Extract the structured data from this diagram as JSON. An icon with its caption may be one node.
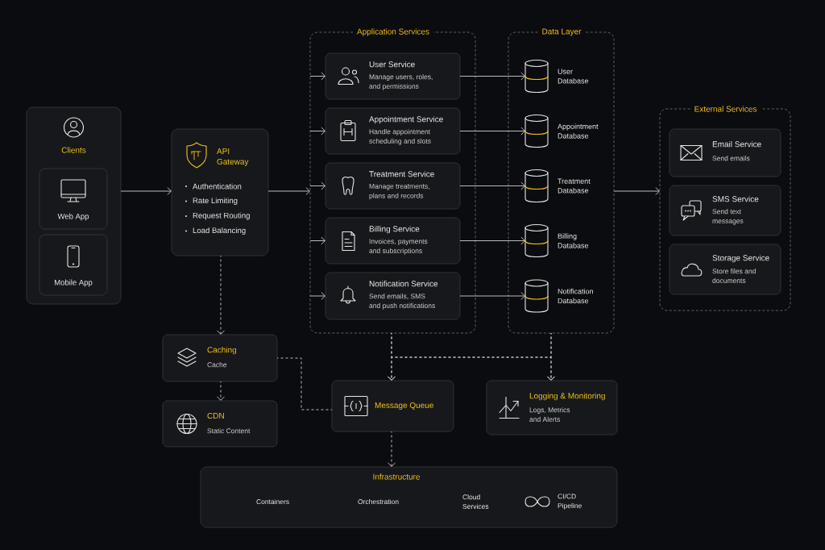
{
  "diagram": {
    "nodes": [
      {
        "text": [
          "Clients"
        ]
      },
      {
        "text": [
          "Web App"
        ],
        "in": 0
      },
      {
        "text": [
          "Mobile App"
        ],
        "in": 0
      },
      {
        "text": [
          "API Gateway",
          "Authentication",
          "Rate Limiting",
          "Request Routing",
          "Load Balancing"
        ]
      },
      {
        "text": [
          "Application Services"
        ]
      },
      {
        "text": [
          "User Service",
          "Manage users, roles, and permissions"
        ],
        "in": 4
      },
      {
        "text": [
          "Appointment Service",
          "Handle appointment scheduling and slots"
        ],
        "in": 4
      },
      {
        "text": [
          "Treatment Service",
          "Manage treatments, plans and records"
        ],
        "in": 4
      },
      {
        "text": [
          "Billing Service",
          "Invoices, payments and subscriptions"
        ],
        "in": 4
      },
      {
        "text": [
          "Notification Service",
          "Send emails, SMS and push notifications"
        ],
        "in": 4
      },
      {
        "text": [
          "Data Layer"
        ]
      },
      {
        "text": [],
        "shape": "cylinder",
        "beside": [
          "User Database"
        ],
        "in": 10
      },
      {
        "text": [],
        "shape": "cylinder",
        "beside": [
          "Appointment Database"
        ],
        "in": 10
      },
      {
        "text": [],
        "shape": "cylinder",
        "beside": [
          "Treatment Database"
        ],
        "in": 10
      },
      {
        "text": [],
        "shape": "cylinder",
        "beside": [
          "Billing Database"
        ],
        "in": 10
      },
      {
        "text": [],
        "shape": "cylinder",
        "beside": [
          "Notification Database"
        ],
        "in": 10
      },
      {
        "text": [
          "External Services"
        ]
      },
      {
        "text": [
          "Email Service",
          "Send emails"
        ],
        "in": 16
      },
      {
        "text": [
          "SMS Service",
          "Send text messages"
        ],
        "in": 16
      },
      {
        "text": [
          "Storage Service",
          "Store files and documents"
        ],
        "in": 16
      },
      {
        "text": [
          "Caching",
          "Cache"
        ]
      },
      {
        "text": [
          "CDN",
          "Static Content"
        ]
      },
      {
        "text": [
          "Message Queue"
        ]
      },
      {
        "text": [
          "Logging & Monitoring",
          "Logs, Metrics and Alerts"
        ]
      },
      {
        "text": [
          "Infrastructure",
          "Containers",
          "Orchestration",
          "Cloud Services",
          "CI/CD Pipeline"
        ]
      }
    ],
    "edges": [
      {
        "from": 0,
        "to": 3,
        "arrow": "to"
      },
      {
        "from": 3,
        "to": 4,
        "arrow": "to"
      },
      {
        "from": 4,
        "to": 5,
        "arrow": "to"
      },
      {
        "from": 4,
        "to": 6,
        "arrow": "to"
      },
      {
        "from": 4,
        "to": 7,
        "arrow": "to"
      },
      {
        "from": 4,
        "to": 8,
        "arrow": "to"
      },
      {
        "from": 4,
        "to": 9,
        "arrow": "to"
      },
      {
        "from": 5,
        "to": 11,
        "arrow": "to"
      },
      {
        "from": 6,
        "to": 12,
        "arrow": "to"
      },
      {
        "from": 7,
        "to": 13,
        "arrow": "to"
      },
      {
        "from": 8,
        "to": 14,
        "arrow": "to"
      },
      {
        "from": 9,
        "to": 15,
        "arrow": "to"
      },
      {
        "from": 10,
        "to": 16,
        "arrow": "to"
      },
      {
        "from": 3,
        "to": 20,
        "arrow": "to",
        "style": "dashed"
      },
      {
        "from": 20,
        "to": 21,
        "arrow": "to",
        "style": "dashed"
      },
      {
        "from": 20,
        "to": 22,
        "arrow": "none",
        "style": "dashed"
      },
      {
        "from": 4,
        "to": 22,
        "arrow": "to",
        "style": "dashed"
      },
      {
        "from": 4,
        "to": 23,
        "arrow": "to",
        "style": "dashed"
      },
      {
        "from": 10,
        "to": 22,
        "arrow": "to",
        "style": "dashed"
      },
      {
        "from": 10,
        "to": 23,
        "arrow": "to",
        "style": "dashed"
      },
      {
        "from": 22,
        "to": 24,
        "arrow": "to",
        "style": "dashed"
      }
    ]
  }
}
